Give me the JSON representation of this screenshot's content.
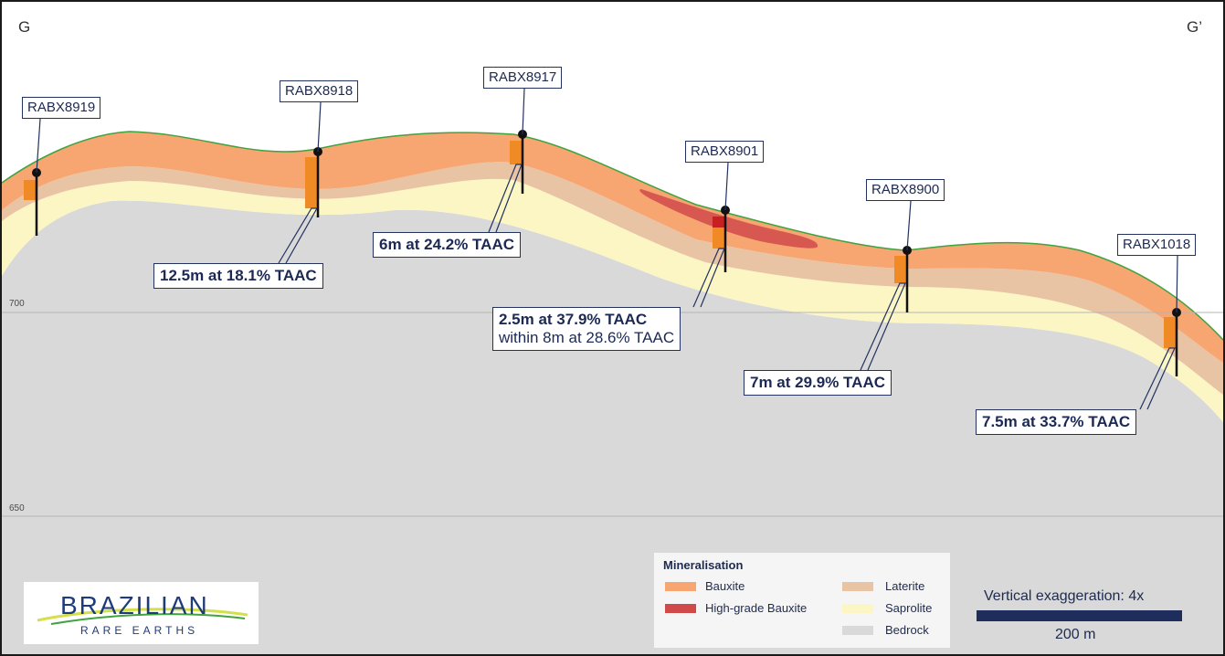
{
  "section": {
    "start_label": "G",
    "end_label": "G’",
    "elevation_labels": [
      "700",
      "650"
    ]
  },
  "drillholes": [
    {
      "id": "RABX8919"
    },
    {
      "id": "RABX8918",
      "intercept": "12.5m at 18.1% TAAC"
    },
    {
      "id": "RABX8917",
      "intercept": "6m at 24.2% TAAC"
    },
    {
      "id": "RABX8901",
      "intercept": "2.5m at 37.9% TAAC",
      "intercept_sub": "within 8m at 28.6% TAAC"
    },
    {
      "id": "RABX8900",
      "intercept": "7m at 29.9% TAAC"
    },
    {
      "id": "RABX1018",
      "intercept": "7.5m at 33.7% TAAC"
    }
  ],
  "legend": {
    "title": "Mineralisation",
    "items": [
      {
        "label": "Bauxite",
        "color": "#f7a571"
      },
      {
        "label": "High-grade Bauxite",
        "color": "#d04a4a"
      },
      {
        "label": "Laterite",
        "color": "#e8c4a4"
      },
      {
        "label": "Saprolite",
        "color": "#fbf6c4"
      },
      {
        "label": "Bedrock",
        "color": "#d9d9d9"
      }
    ]
  },
  "scale": {
    "vertical_exaggeration": "Vertical exaggeration: 4x",
    "bar_label": "200 m"
  },
  "logo": {
    "name": "BRAZILIAN",
    "tagline": "RARE EARTHS"
  },
  "colors": {
    "surface_line": "#3fa33f",
    "navy": "#1f2d5c",
    "intercept": "#f08a24"
  }
}
